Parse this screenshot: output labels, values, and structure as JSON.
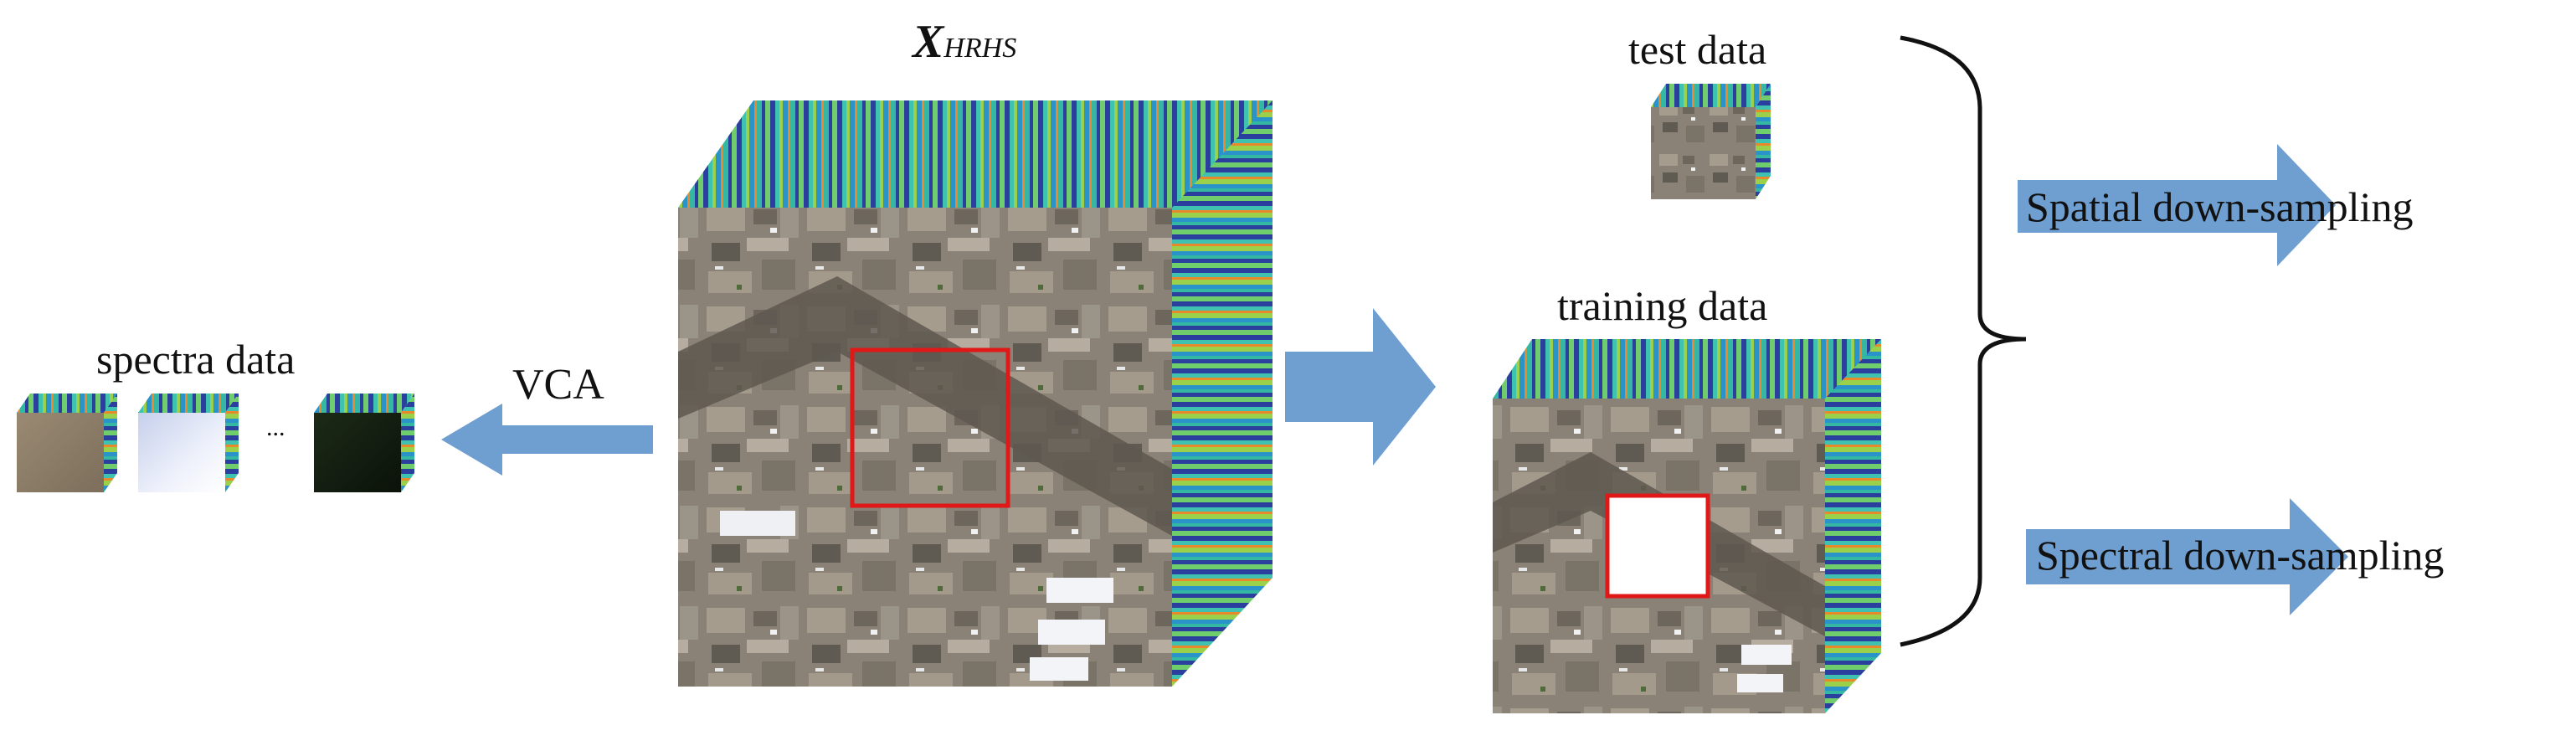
{
  "figure": {
    "title_main": "X",
    "title_sub": "HRHS",
    "test_data_label": "test data",
    "training_data_label": "training data",
    "spectra_data_label": "spectra data",
    "vca_label": "VCA",
    "ellipsis": "...",
    "spatial_label": "Spatial down-sampling",
    "spectral_label": "Spectral down-sampling"
  },
  "colors": {
    "arrow": "#6f9ed0",
    "highlight_box": "#e01818",
    "brace": "#111111",
    "spectral_low": "#2b3f9e",
    "spectral_mid": "#34b3a8",
    "spectral_high": "#e88a2c"
  }
}
